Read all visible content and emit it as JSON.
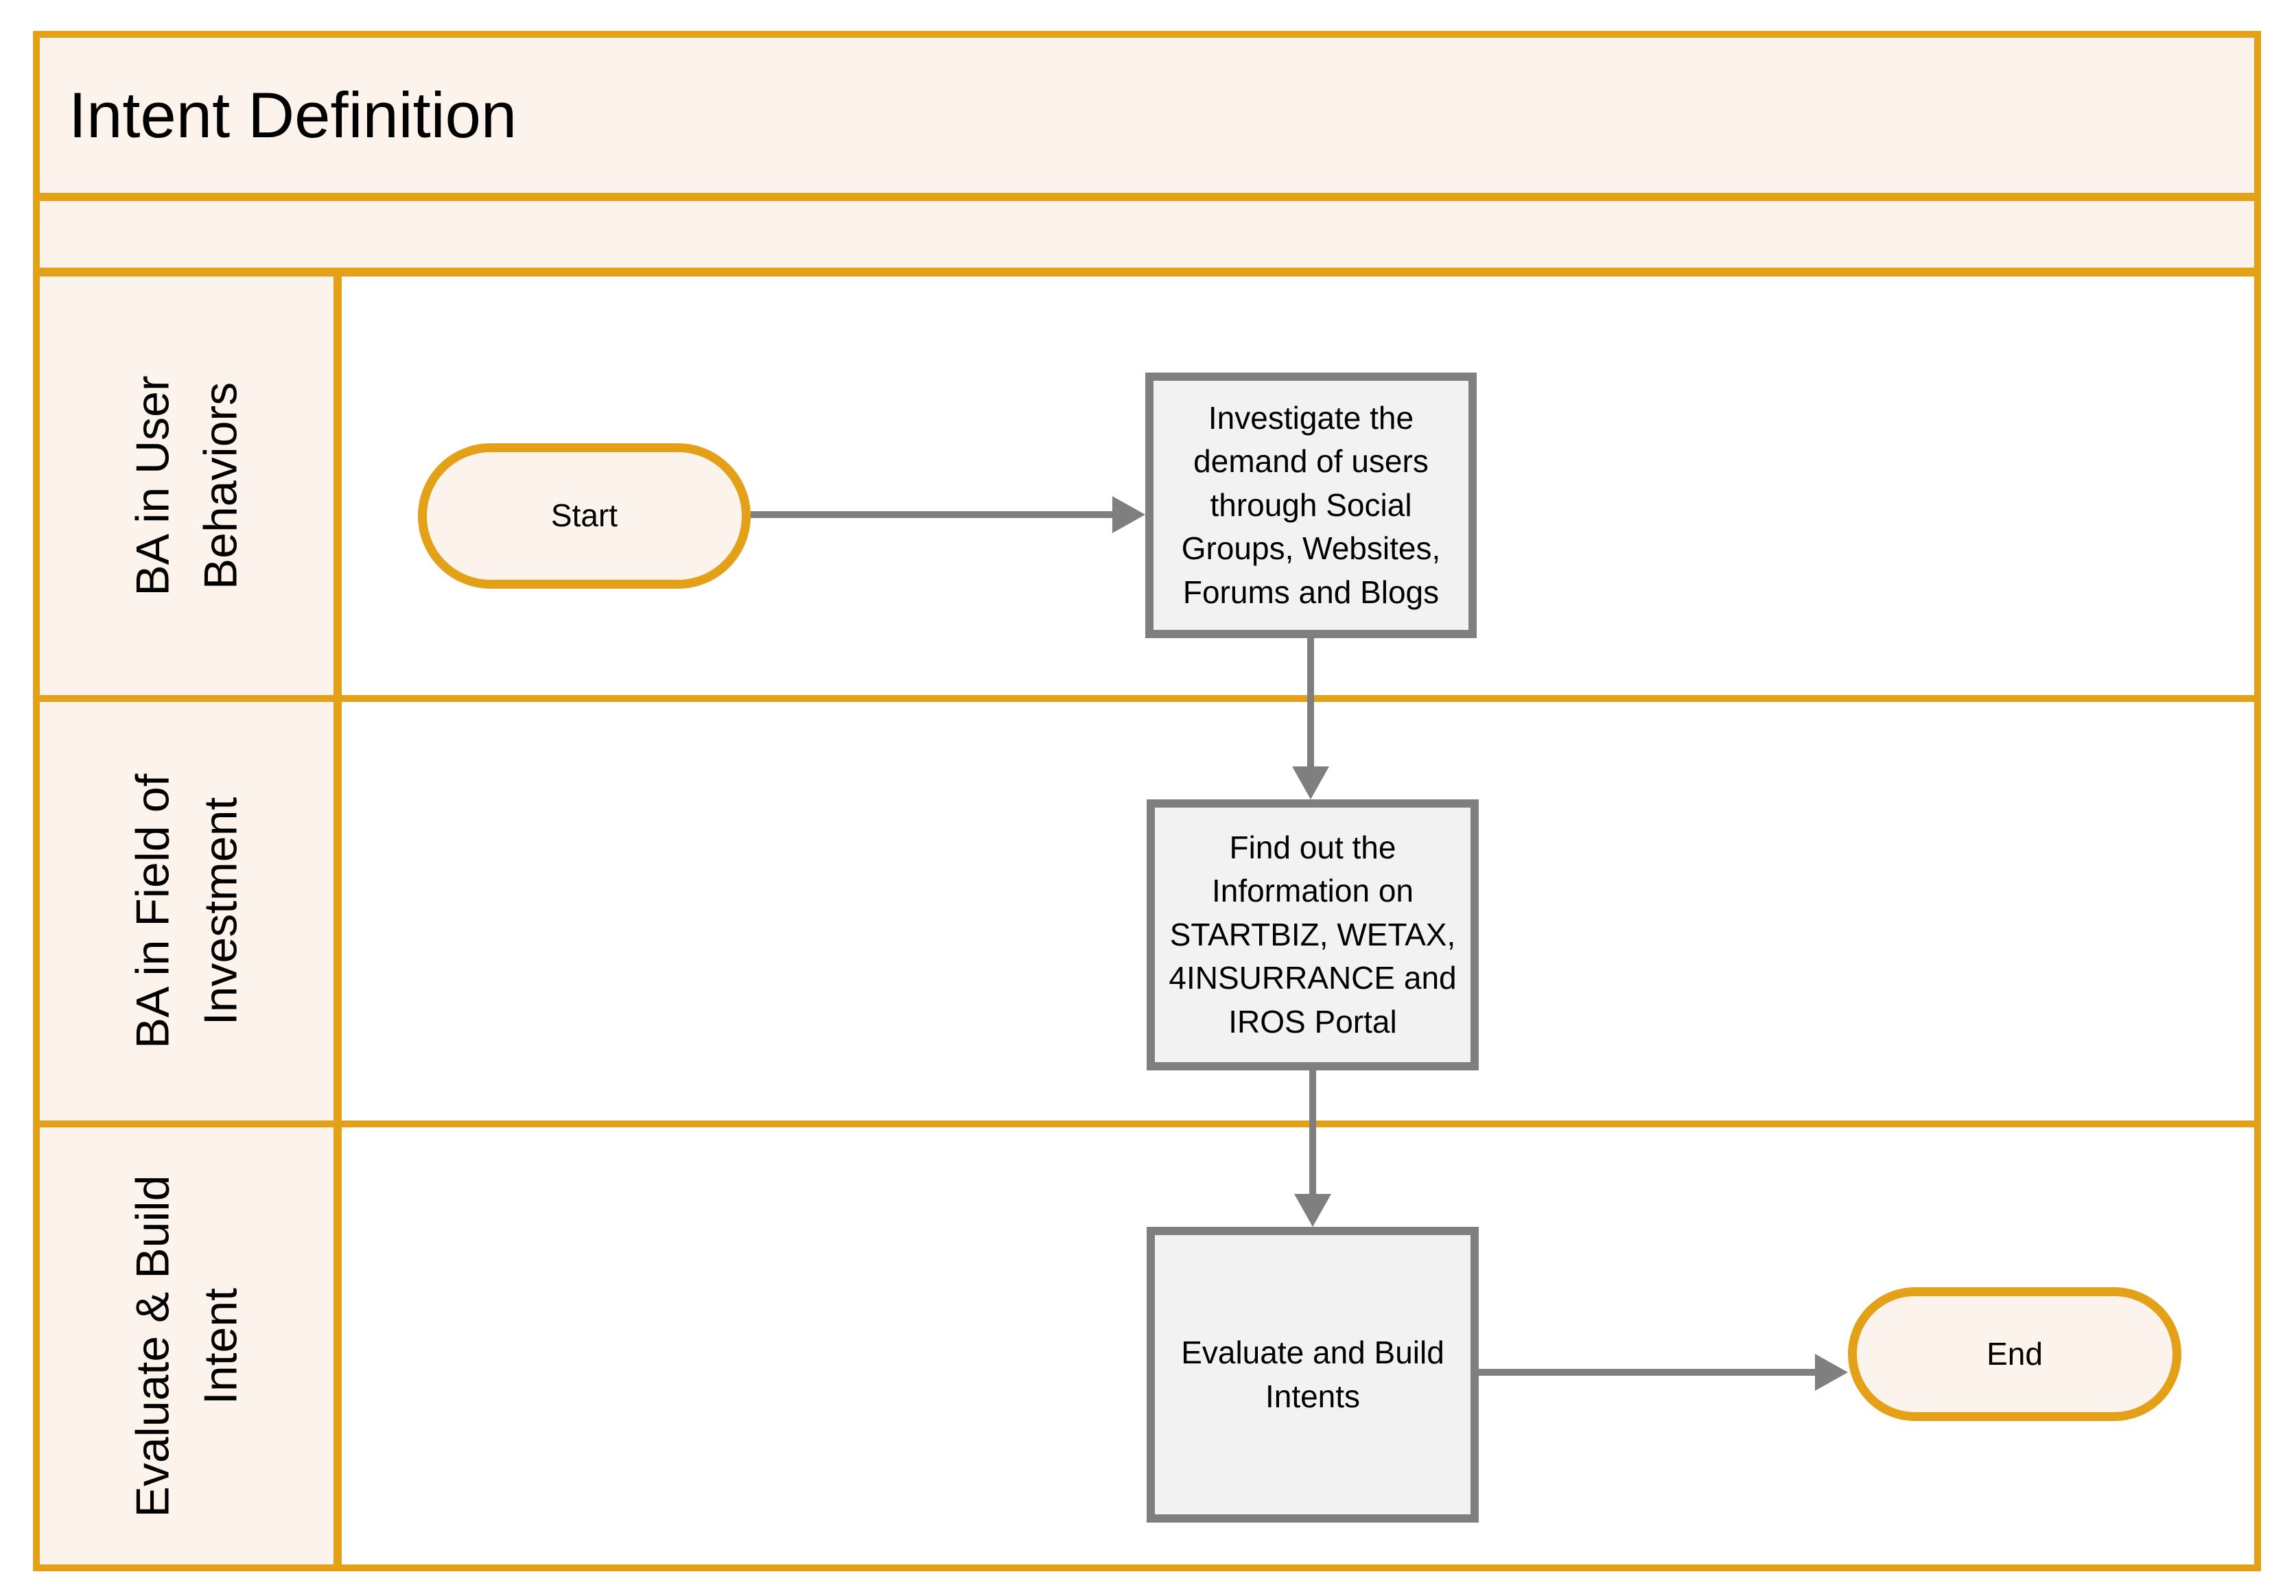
{
  "title": "Intent Definition",
  "colors": {
    "orange": "#E4A117",
    "cream": "#FCF4EC",
    "gray_border": "#7F7F7F",
    "gray_fill": "#F2F2F2",
    "connector": "#7F7F7F",
    "text": "#000000"
  },
  "phase_band": {
    "label": ""
  },
  "lanes": [
    {
      "label": "BA in User\nBehaviors"
    },
    {
      "label": "BA in Field of\nInvestment"
    },
    {
      "label": "Evaluate & Build\nIntent"
    }
  ],
  "nodes": {
    "start": {
      "type": "terminator",
      "label": "Start"
    },
    "investigate": {
      "type": "process",
      "label": "Investigate the\ndemand of users\nthrough Social\nGroups, Websites,\nForums and Blogs"
    },
    "find_info": {
      "type": "process",
      "label": "Find out the\nInformation on\nSTARTBIZ, WETAX,\n4INSURRANCE and\nIROS Portal"
    },
    "evaluate": {
      "type": "process",
      "label": "Evaluate and Build\nIntents"
    },
    "end": {
      "type": "terminator",
      "label": "End"
    }
  },
  "connectors": [
    {
      "from": "start",
      "to": "investigate",
      "direction": "right"
    },
    {
      "from": "investigate",
      "to": "find_info",
      "direction": "down"
    },
    {
      "from": "find_info",
      "to": "evaluate",
      "direction": "down"
    },
    {
      "from": "evaluate",
      "to": "end",
      "direction": "right"
    }
  ]
}
